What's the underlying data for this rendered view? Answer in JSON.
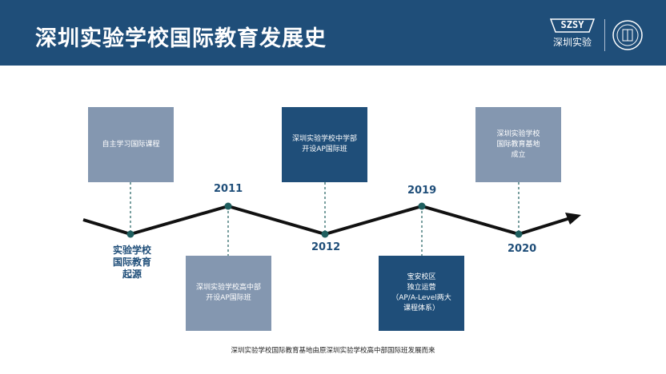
{
  "header": {
    "title": "深圳实验学校国际教育发展史",
    "logo_mark": "SZSY",
    "logo_caption": "深圳实验"
  },
  "timeline": {
    "origin_label": "实验学校\n国际教育\n起源",
    "years": [
      "2011",
      "2012",
      "2019",
      "2020"
    ],
    "events": [
      {
        "text": "自主学习国际课程",
        "style": "light"
      },
      {
        "text": "深圳实验学校高中部\n开设AP国际班",
        "style": "light"
      },
      {
        "text": "深圳实验学校中学部\n开设AP国际班",
        "style": "dark"
      },
      {
        "text": "宝安校区\n独立运营\n（AP/A-Level两大\n课程体系）",
        "style": "dark"
      },
      {
        "text": "深圳实验学校\n国际教育基地\n成立",
        "style": "light"
      }
    ]
  },
  "footnote": "深圳实验学校国际教育基地由原深圳实验学校高中部国际班发展而来",
  "colors": {
    "navy": "#1f4e79",
    "steel": "#8497b0",
    "teal_dot": "#1f5f5f"
  }
}
